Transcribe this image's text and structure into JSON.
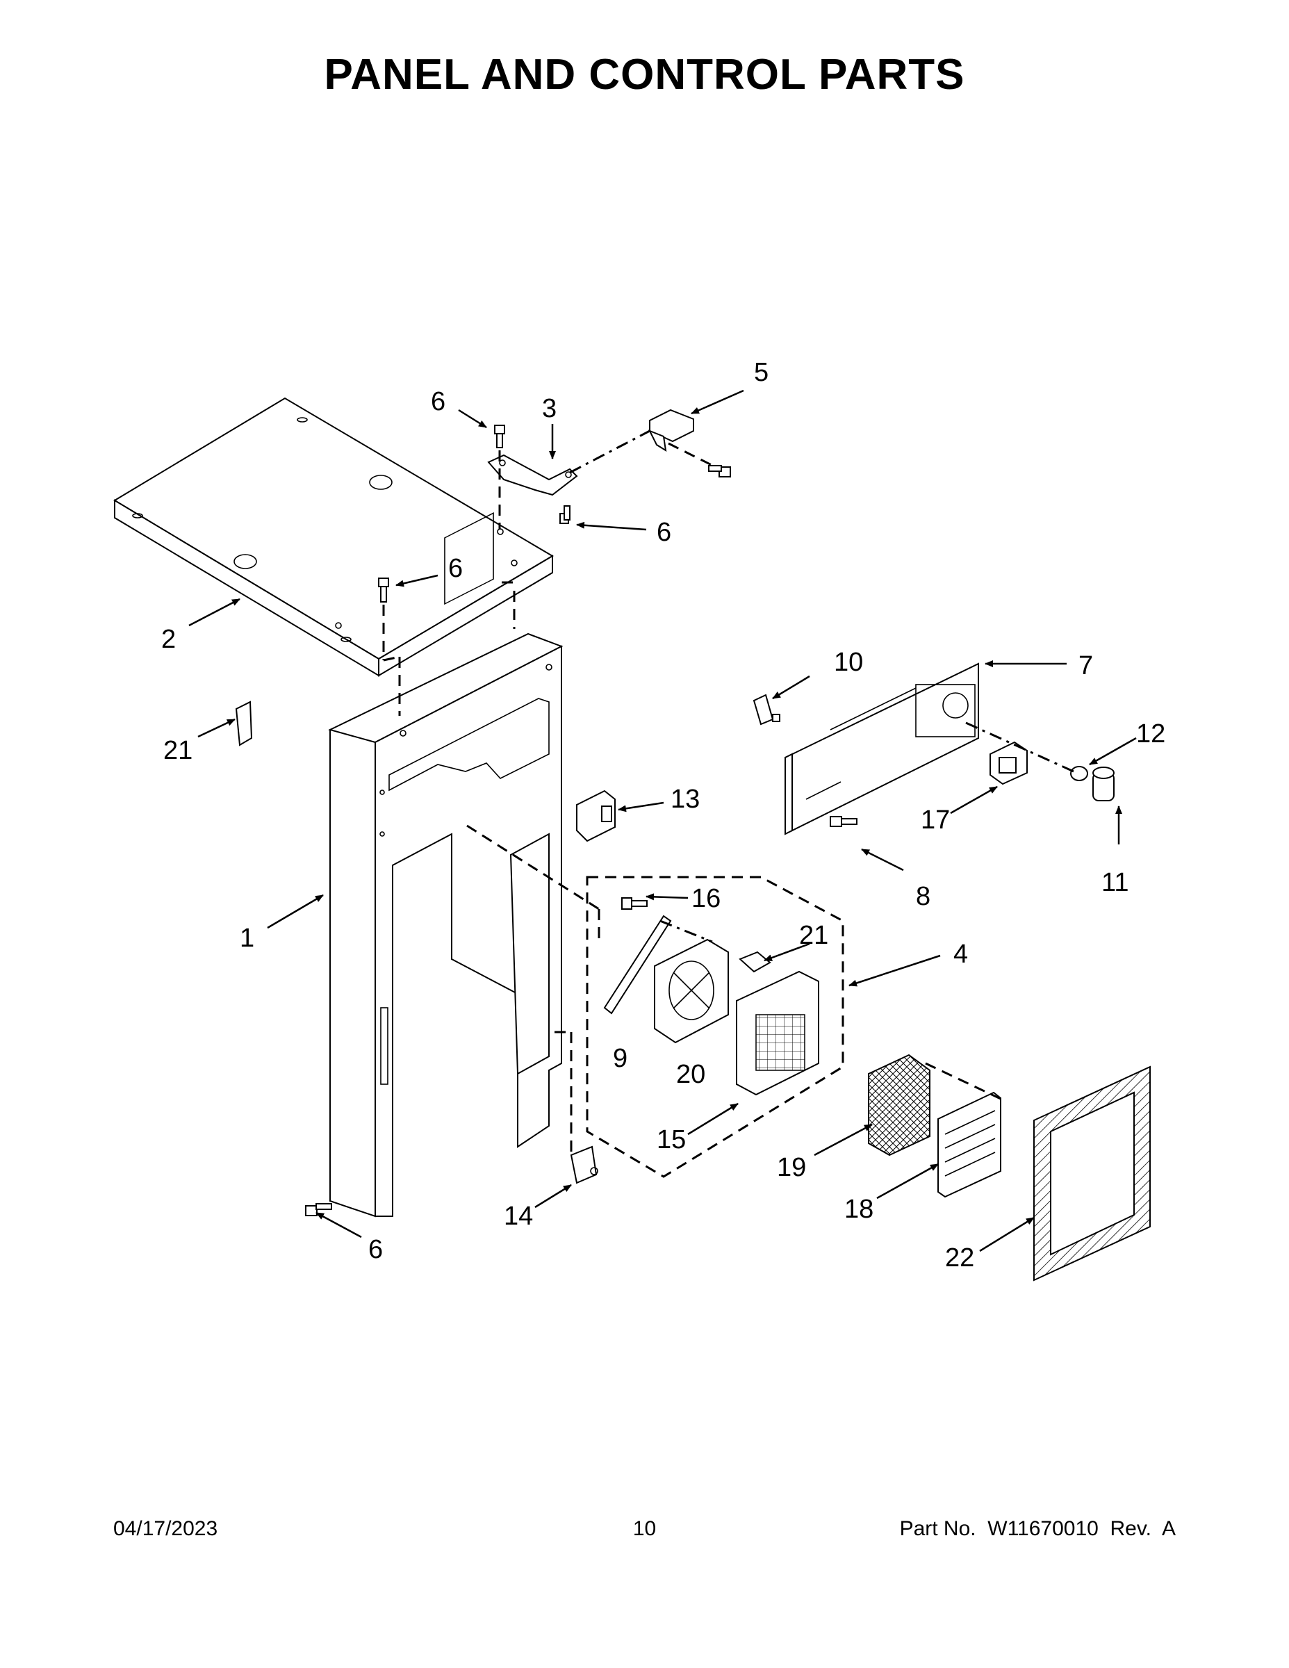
{
  "page": {
    "title": "PANEL AND CONTROL PARTS",
    "footer": {
      "date": "04/17/2023",
      "page_number": "10",
      "part_info": "Part No.  W11670010  Rev.  A"
    }
  },
  "callouts": [
    {
      "id": "c1",
      "label": "1"
    },
    {
      "id": "c2",
      "label": "2"
    },
    {
      "id": "c3",
      "label": "3"
    },
    {
      "id": "c4",
      "label": "4"
    },
    {
      "id": "c5",
      "label": "5"
    },
    {
      "id": "c6a",
      "label": "6"
    },
    {
      "id": "c6b",
      "label": "6"
    },
    {
      "id": "c6c",
      "label": "6"
    },
    {
      "id": "c6d",
      "label": "6"
    },
    {
      "id": "c7",
      "label": "7"
    },
    {
      "id": "c8",
      "label": "8"
    },
    {
      "id": "c9",
      "label": "9"
    },
    {
      "id": "c10",
      "label": "10"
    },
    {
      "id": "c11",
      "label": "11"
    },
    {
      "id": "c12",
      "label": "12"
    },
    {
      "id": "c13",
      "label": "13"
    },
    {
      "id": "c14",
      "label": "14"
    },
    {
      "id": "c15",
      "label": "15"
    },
    {
      "id": "c16",
      "label": "16"
    },
    {
      "id": "c17",
      "label": "17"
    },
    {
      "id": "c18",
      "label": "18"
    },
    {
      "id": "c19",
      "label": "19"
    },
    {
      "id": "c20",
      "label": "20"
    },
    {
      "id": "c21a",
      "label": "21"
    },
    {
      "id": "c21b",
      "label": "21"
    },
    {
      "id": "c22",
      "label": "22"
    }
  ]
}
